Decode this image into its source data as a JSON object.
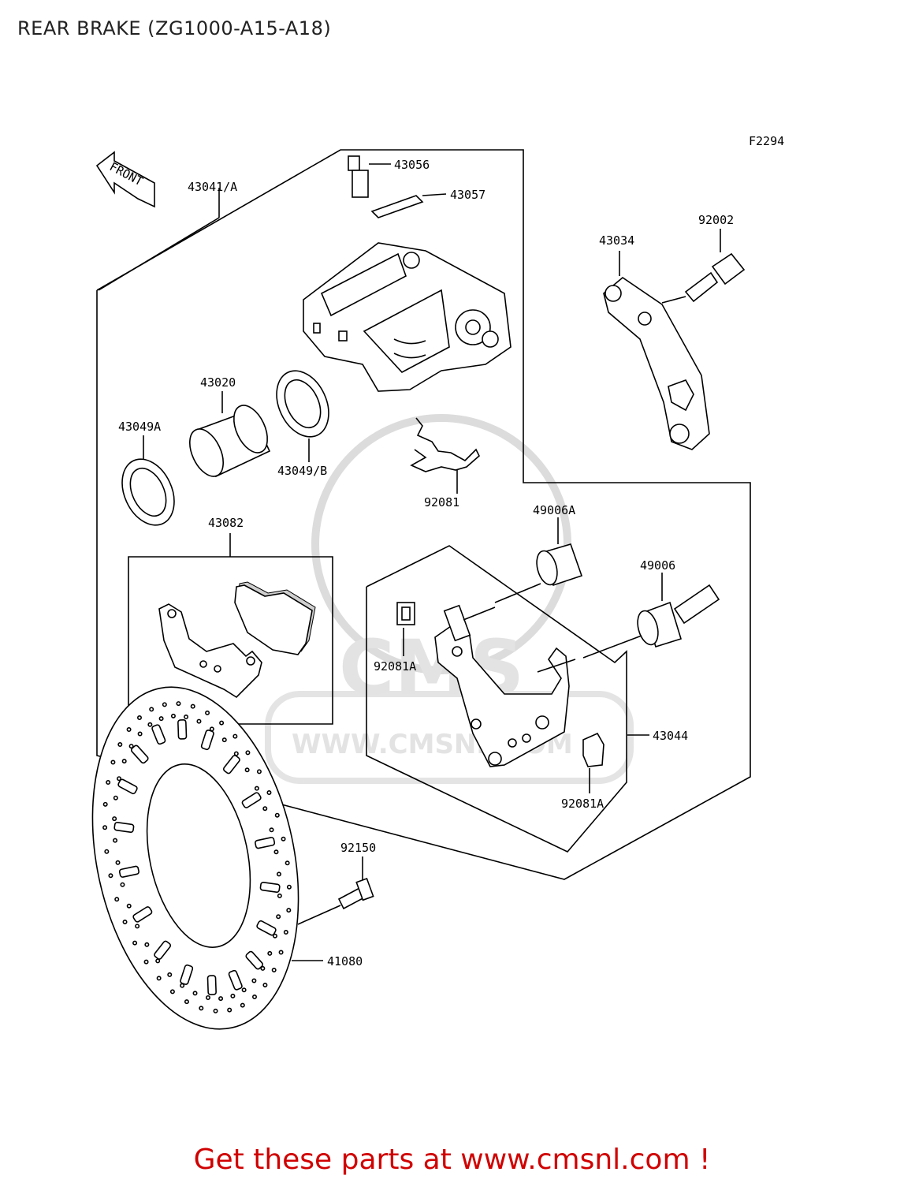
{
  "page": {
    "title": "REAR BRAKE (ZG1000-A15-A18)",
    "call_to_action": "Get these parts at www.cmsnl.com !"
  },
  "diagram": {
    "figure_code": "F2294",
    "front_marker": "FRONT",
    "watermark": {
      "logo": "CMS",
      "url": "WWW.CMSNL.COM"
    },
    "part_labels": {
      "p43056": "43056",
      "p43057": "43057",
      "p43041A": "43041/A",
      "p43034": "43034",
      "p92002": "92002",
      "p43020": "43020",
      "p43049A": "43049A",
      "p43049B": "43049/B",
      "p92081": "92081",
      "p43082": "43082",
      "p49006A": "49006A",
      "p49006": "49006",
      "p92081A_1": "92081A",
      "p43044": "43044",
      "p92081A_2": "92081A",
      "p92150": "92150",
      "p41080": "41080"
    }
  }
}
